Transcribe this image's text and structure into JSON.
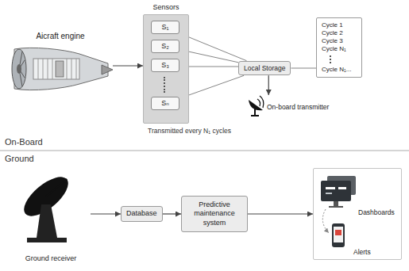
{
  "diagram": {
    "nodes": [
      {
        "text": [
          "Aicraft engine"
        ]
      },
      {
        "text": [
          "Sensors"
        ]
      },
      {
        "text": [
          "S₁"
        ],
        "in": 1
      },
      {
        "text": [
          "S₂"
        ],
        "in": 1
      },
      {
        "text": [
          "S₃"
        ],
        "in": 1
      },
      {
        "text": [
          "Sₙ"
        ],
        "in": 1
      },
      {
        "text": [
          "Local Storage"
        ]
      },
      {
        "text": [
          "Cycle 1",
          "Cycle 2",
          "Cycle 3",
          "Cycle N₁",
          "Cycle N₁..."
        ]
      },
      {
        "text": [
          "On-board transmitter"
        ]
      },
      {
        "text": [
          "Ground receiver"
        ]
      },
      {
        "text": [
          "Database"
        ]
      },
      {
        "text": [
          "Predictive maintenance system"
        ]
      },
      {
        "text": [
          "Dashboards",
          "Alerts"
        ]
      }
    ],
    "edges": [
      {
        "from": 0,
        "to": 1,
        "arrow": "to"
      },
      {
        "from": 2,
        "to": 6,
        "arrow": "none"
      },
      {
        "from": 3,
        "to": 6,
        "arrow": "none"
      },
      {
        "from": 4,
        "to": 6,
        "arrow": "none"
      },
      {
        "from": 5,
        "to": 6,
        "arrow": "none"
      },
      {
        "from": 6,
        "to": 7,
        "arrow": "none"
      },
      {
        "from": 6,
        "to": 8,
        "arrow": "to"
      },
      {
        "from": 9,
        "to": 10,
        "arrow": "to"
      },
      {
        "from": 10,
        "to": 11,
        "arrow": "to"
      },
      {
        "from": 11,
        "to": 12,
        "arrow": "to"
      }
    ],
    "labels": [
      "Transmitted every N₁ cycles",
      "On-Board",
      "Ground"
    ]
  }
}
